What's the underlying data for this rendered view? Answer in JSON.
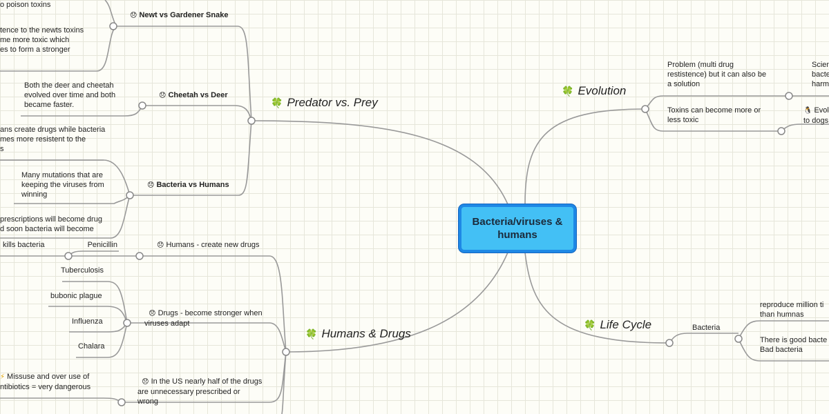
{
  "central": "Bacteria/viruses & humans",
  "icons": {
    "branch": "clover-icon",
    "node": "frown-emoji-icon",
    "bolt": "lightning-icon",
    "penguin": "penguin-icon"
  },
  "colors": {
    "central_fill": "#43c0f5",
    "central_border": "#1e88e5",
    "line": "#999999"
  },
  "predator": {
    "title": "Predator vs. Prey",
    "newt": {
      "title": "Newt vs Gardener Snake",
      "items": [
        "o poison toxins",
        "tence to the newts toxins\nme more toxic which\nes to form a stronger"
      ]
    },
    "cheetah": {
      "title": "Cheetah vs Deer",
      "items": [
        "Both the deer and cheetah\nevolved over time and both\nbecame faster."
      ]
    },
    "bacteria": {
      "title": "Bacteria vs Humans",
      "items": [
        "ans create drugs while bacteria\nmes more resistent to the\ns",
        "Many mutations that are\nkeeping the viruses from\nwinning",
        "prescriptions will become drug\nd soon bacteria will become"
      ]
    }
  },
  "drugs": {
    "title": "Humans & Drugs",
    "create": {
      "title": "Humans - create new drugs",
      "penicillin": "Penicillin",
      "kills": "kills bacteria"
    },
    "stronger": {
      "title": "Drugs - become stronger when\nviruses adapt",
      "items": [
        "Tuberculosis",
        "bubonic plague",
        "Influenza",
        "Chalara"
      ]
    },
    "us": {
      "title": "In the US nearly half of the drugs\nare unnecessary prescribed or\nwrong",
      "items": [
        "Missuse and over use of\nntibiotics = very dangerous"
      ]
    }
  },
  "evolution": {
    "title": "Evolution",
    "problem": {
      "title": "Problem (multi drug\nrestistence) but it can also be\na solution",
      "child": "Scien\nbacte\nharm"
    },
    "toxins": {
      "title": "Toxins can become more or\nless toxic",
      "child": "Evol\nto dogs"
    }
  },
  "lifecycle": {
    "title": "Life Cycle",
    "bacteria": {
      "title": "Bacteria",
      "items": [
        "reproduce million ti\nthan humnas",
        "There is good bacte\nBad bacteria"
      ]
    }
  }
}
